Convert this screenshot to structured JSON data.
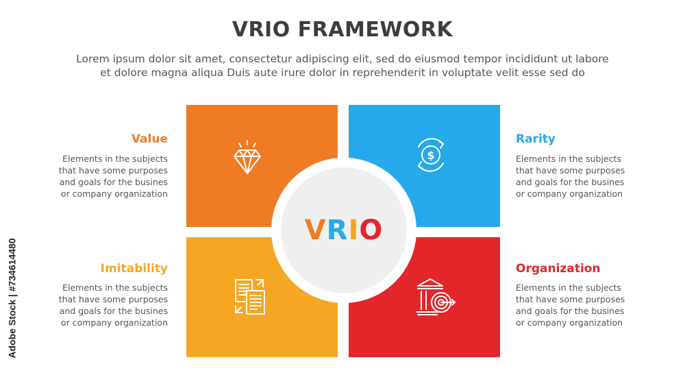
{
  "title": "VRIO FRAMEWORK",
  "subtitle_line1": "Lorem ipsum dolor sit amet, consectetur adipiscing elit, sed do eiusmod tempor incididunt ut labore",
  "subtitle_line2": "et dolore magna aliqua Duis aute irure dolor in reprehenderit in voluptate velit esse sed do",
  "center": {
    "letters": [
      "V",
      "R",
      "I",
      "O"
    ],
    "colors": [
      "#f07b25",
      "#26a9ea",
      "#f5a623",
      "#e3262a"
    ]
  },
  "colors": {
    "value": "#f07b25",
    "rarity": "#26a9ea",
    "imitability": "#f5a623",
    "organization": "#e3262a"
  },
  "items": {
    "value": {
      "title": "Value",
      "icon": "diamond-icon",
      "desc": [
        "Elements in the subjects",
        "that have some purposes",
        "and goals for the  busines",
        "or company organization"
      ]
    },
    "rarity": {
      "title": "Rarity",
      "icon": "dollar-cycle-icon",
      "desc": [
        "Elements in the subjects",
        "that have some purposes",
        "and goals for the  busines",
        "or company organization"
      ]
    },
    "imitability": {
      "title": "Imitability",
      "icon": "copy-documents-icon",
      "desc": [
        "Elements in the subjects",
        "that have some purposes",
        "and goals for the  busines",
        "or company organization"
      ]
    },
    "organization": {
      "title": "Organization",
      "icon": "bank-target-icon",
      "desc": [
        "Elements in the subjects",
        "that have some purposes",
        "and goals for the  busines",
        "or company organization"
      ]
    }
  },
  "watermark": "Adobe Stock | #734614480"
}
